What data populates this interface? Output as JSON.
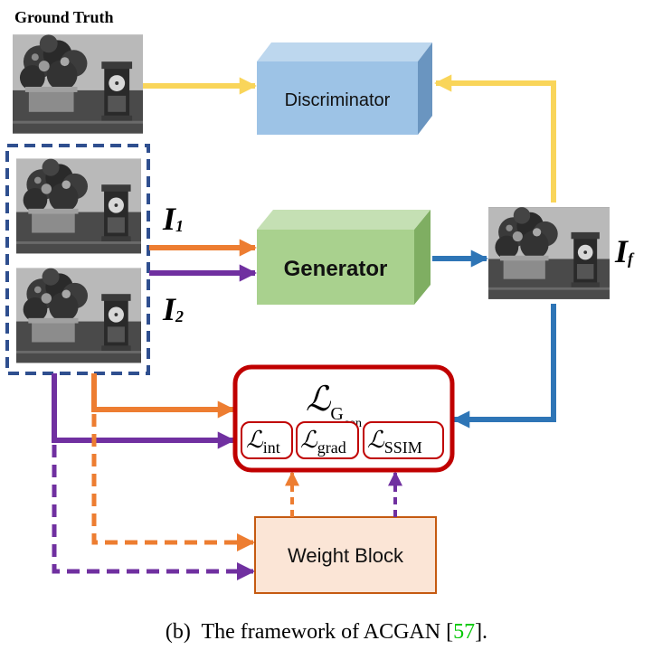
{
  "ground_truth_label": "Ground Truth",
  "discriminator_label": "Discriminator",
  "generator_label": "Generator",
  "weight_block_label": "Weight Block",
  "input1": {
    "main": "I",
    "sub": "1"
  },
  "input2": {
    "main": "I",
    "sub": "2"
  },
  "output": {
    "main": "I",
    "sub": "f"
  },
  "loss": {
    "main_symbol": "ℒ",
    "main_sub": "G",
    "main_subsub": "con",
    "terms": [
      {
        "symbol": "ℒ",
        "sub": "int"
      },
      {
        "symbol": "ℒ",
        "sub": "grad"
      },
      {
        "symbol": "ℒ",
        "sub": "SSIM"
      }
    ]
  },
  "caption": {
    "prefix": "(b)  The framework of ACGAN [",
    "ref": "57",
    "suffix": "]."
  },
  "colors": {
    "yellow_arrow": "#F9D55A",
    "orange_arrow": "#ED7D31",
    "purple_arrow": "#7030A0",
    "blue_arrow": "#2E75B6",
    "discriminator_fill": "#9DC3E6",
    "generator_fill": "#A9D18E",
    "loss_border": "#C00000",
    "weight_fill": "#FBE5D6",
    "weight_border": "#C55A11",
    "dashed_box": "#2F4F8F",
    "ref_link": "#00C800"
  }
}
